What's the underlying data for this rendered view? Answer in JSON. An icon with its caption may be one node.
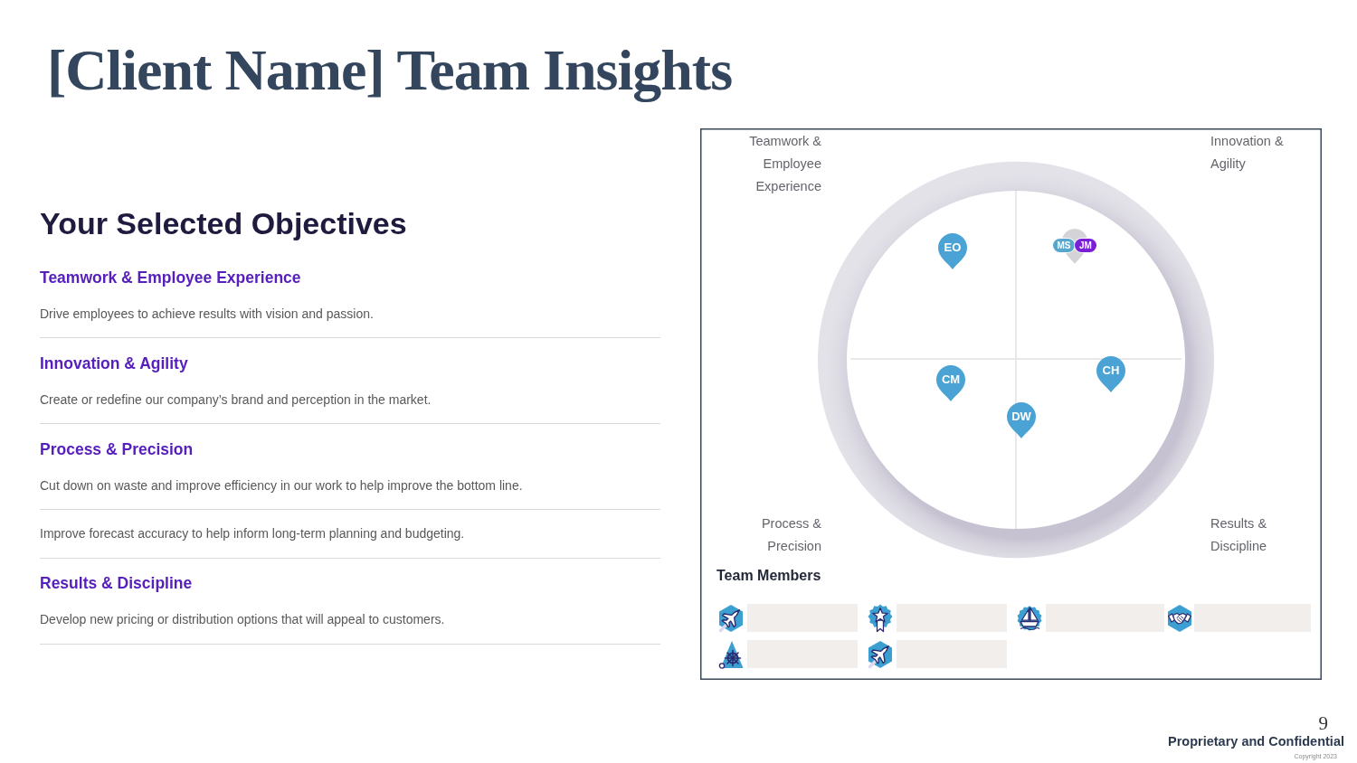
{
  "diagram": {
    "title": "[Client Name] Team Insights",
    "nodes": [
      {
        "text": [
          "EO"
        ]
      },
      {
        "text": [
          "MS"
        ]
      },
      {
        "text": [
          "JM"
        ]
      },
      {
        "text": [
          "CM"
        ]
      },
      {
        "text": [
          "CH"
        ]
      },
      {
        "text": [
          "DW"
        ]
      }
    ],
    "labels": [
      "Your Selected Objectives",
      "Teamwork & Employee Experience",
      "Drive employees to achieve results with vision and passion.",
      "Innovation & Agility",
      "Create or redefine our company’s brand and perception in the market.",
      "Process & Precision",
      "Cut down on waste and improve efficiency in our work to help improve the bottom line.",
      "Improve forecast accuracy to help inform long-term planning and budgeting.",
      "Results & Discipline",
      "Develop new pricing or distribution options that will appeal to customers.",
      "Teamwork & Employee Experience",
      "Innovation & Agility",
      "Process & Precision",
      "Results & Discipline",
      "Team Members",
      "9",
      "Proprietary and Confidential",
      "Copyright 2023"
    ]
  }
}
